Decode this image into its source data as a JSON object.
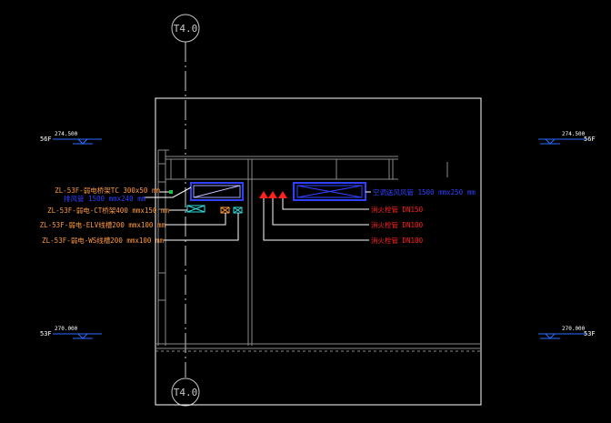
{
  "axis": {
    "top_label": "T4.0",
    "bottom_label": "T4.0"
  },
  "levels": {
    "upper_left": {
      "floor": "56F",
      "elevation": "274.500"
    },
    "upper_right": {
      "floor": "56F",
      "elevation": "274.500"
    },
    "lower_left": {
      "floor": "53F",
      "elevation": "270.000"
    },
    "lower_right": {
      "floor": "53F",
      "elevation": "270.000"
    }
  },
  "annotations_left": [
    "ZL-53F-弱电桥架TC 300x50 mm",
    "排风管 1500 mmx240 mm",
    "ZL-53F-弱电-CT桥架400 mmx150 mm",
    "ZL-53F-弱电-ELV线槽200 mmx100 mm",
    "ZL-53F-弱电-WS线槽200 mmx100 mm"
  ],
  "annotations_right": [
    "空调送风风管 1500 mmx250 mm",
    "消火栓管 DN150",
    "消火栓管 DN100",
    "消火栓管 DN100"
  ],
  "colors": {
    "background": "#000000",
    "axis_line": "#d0d0d0",
    "frame": "#ffffff",
    "structure": "#8a8a8a",
    "annotation_orange": "#ff9a3c",
    "annotation_blue": "#3040ff",
    "annotation_red": "#ff2020",
    "level_blue": "#2a6cff",
    "cyan": "#30e0e0"
  }
}
